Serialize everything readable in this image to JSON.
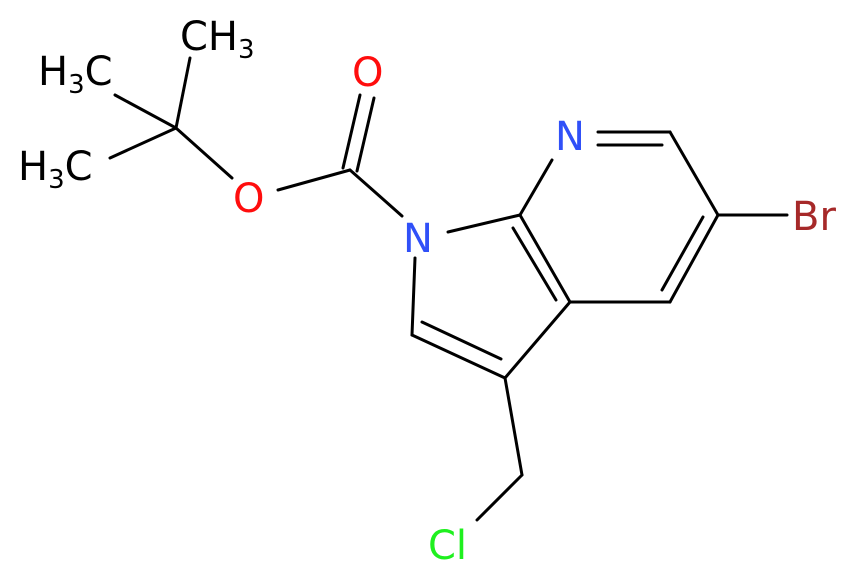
{
  "molecule": {
    "atoms": {
      "methyl_top": {
        "symbol": "CH",
        "subscript": "3",
        "prefix": ""
      },
      "methyl_left_upper": {
        "symbol": "C",
        "prefix": "H",
        "subscript": "3"
      },
      "methyl_left_lower": {
        "symbol": "C",
        "prefix": "H",
        "subscript": "3"
      },
      "carbonyl_oxygen": "O",
      "ester_oxygen": "O",
      "pyrrole_nitrogen": "N",
      "pyridine_nitrogen": "N",
      "bromine": "Br",
      "chlorine": "Cl"
    },
    "colors": {
      "bond": "#000000",
      "carbon": "#000000",
      "oxygen": "#ff0d0d",
      "nitrogen": "#3050f8",
      "bromine": "#a62929",
      "chlorine": "#1ff01f"
    }
  }
}
